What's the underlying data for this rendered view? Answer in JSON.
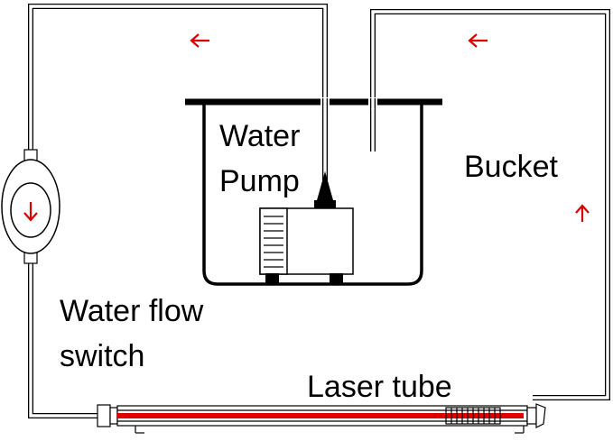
{
  "diagram": {
    "labels": {
      "pump_line1": "Water",
      "pump_line2": "Pump",
      "bucket": "Bucket",
      "switch_line1": "Water flow",
      "switch_line2": "switch",
      "laser_tube": "Laser tube"
    },
    "colors": {
      "flow_arrow": "#e00000",
      "laser_beam": "#e00000",
      "line": "#000000",
      "background": "#ffffff"
    },
    "flow_arrows": [
      {
        "id": "top-left",
        "direction": "left"
      },
      {
        "id": "top-right",
        "direction": "left"
      },
      {
        "id": "right-side",
        "direction": "up"
      },
      {
        "id": "switch",
        "direction": "down"
      }
    ]
  }
}
